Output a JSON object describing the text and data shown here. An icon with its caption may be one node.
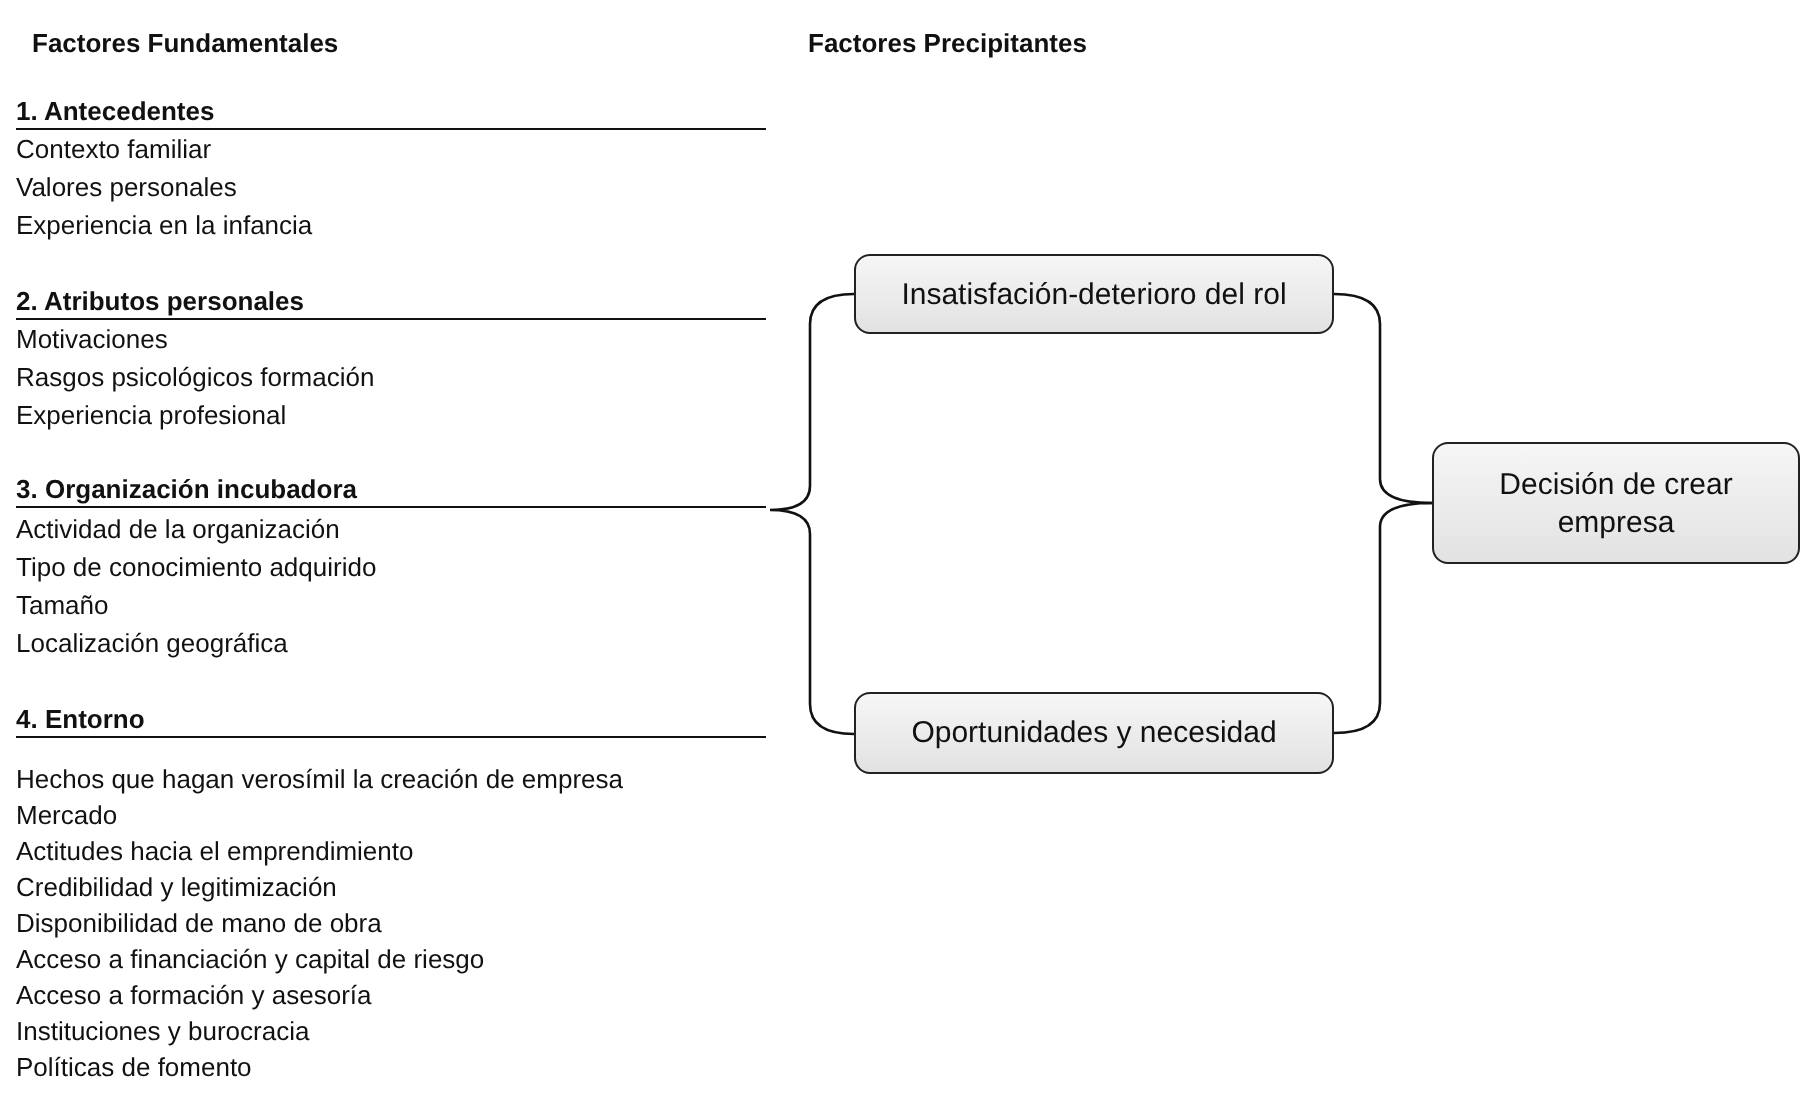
{
  "diagram": {
    "nodes": [
      {
        "text": [
          "Insatisfación-deterioro del rol"
        ]
      },
      {
        "text": [
          "Oportunidades y necesidad"
        ]
      },
      {
        "text": [
          "Decisión de crear empresa"
        ]
      }
    ],
    "edges": [
      {
        "from": 0,
        "to": 2,
        "arrow": "none"
      },
      {
        "from": 1,
        "to": 2,
        "arrow": "none"
      }
    ],
    "labels": [
      "Factores Fundamentales",
      "Factores Precipitantes",
      "1. Antecedentes",
      "Contexto familiar",
      "Valores personales",
      "Experiencia en la infancia",
      "2. Atributos personales",
      "Motivaciones",
      "Rasgos psicológicos formación",
      "Experiencia profesional",
      "3. Organización incubadora",
      "Actividad de la organización",
      "Tipo de conocimiento adquirido",
      "Tamaño",
      "Localización geográfica",
      "4. Entorno",
      "Hechos que hagan verosímil la creación de empresa",
      "Mercado",
      "Actitudes hacia el emprendimiento",
      "Credibilidad y legitimización",
      "Disponibilidad de mano de obra",
      "Acceso a financiación y capital de riesgo",
      "Acceso a formación y asesoría",
      "Instituciones y burocracia",
      "Políticas de fomento"
    ]
  }
}
